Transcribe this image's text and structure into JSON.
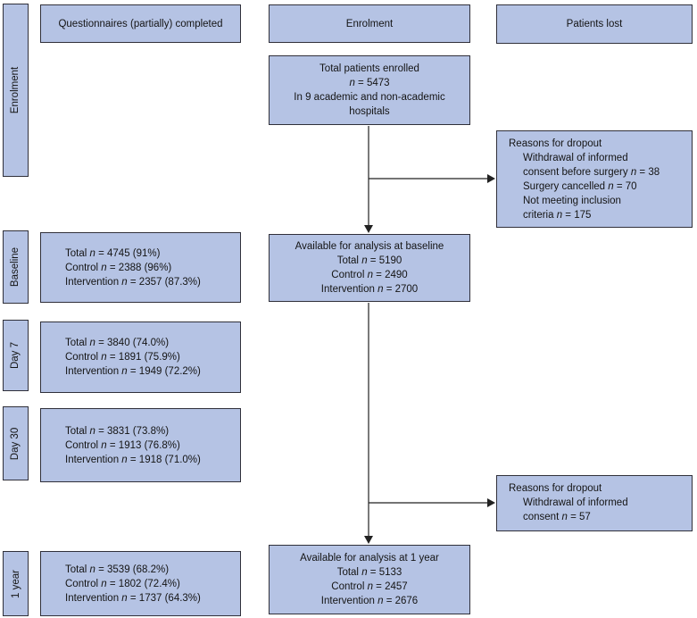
{
  "colors": {
    "box_fill": "#b5c3e4",
    "box_border": "#30303a",
    "line": "#222222",
    "background": "#ffffff"
  },
  "column_headers": {
    "questionnaires": "Questionnaires (partially) completed",
    "enrolment": "Enrolment",
    "patients_lost": "Patients lost"
  },
  "sidebar": {
    "enrolment": "Enrolment",
    "baseline": "Baseline",
    "day7": "Day 7",
    "day30": "Day 30",
    "year1": "1 year"
  },
  "boxes": {
    "total_enrolled": {
      "lines": [
        "Total patients enrolled",
        "n = 5473",
        "In 9 academic and non-academic",
        "hospitals"
      ]
    },
    "dropout_before_baseline": {
      "title": "Reasons for dropout",
      "lines": [
        "Withdrawal of informed",
        "consent before surgery n = 38",
        "Surgery cancelled n = 70",
        "Not meeting inclusion",
        "criteria n = 175"
      ]
    },
    "available_baseline": {
      "lines": [
        "Available for analysis at baseline",
        "Total n = 5190",
        "Control n = 2490",
        "Intervention n = 2700"
      ]
    },
    "questionnaires_baseline": {
      "lines": [
        "Total n = 4745 (91%)",
        "Control n = 2388 (96%)",
        "Intervention n = 2357 (87.3%)"
      ]
    },
    "questionnaires_day7": {
      "lines": [
        "Total n = 3840 (74.0%)",
        "Control n = 1891 (75.9%)",
        "Intervention n = 1949 (72.2%)"
      ]
    },
    "questionnaires_day30": {
      "lines": [
        "Total n = 3831 (73.8%)",
        "Control n = 1913 (76.8%)",
        "Intervention n = 1918 (71.0%)"
      ]
    },
    "dropout_before_year1": {
      "title": "Reasons for dropout",
      "lines": [
        "Withdrawal of informed",
        "consent n = 57"
      ]
    },
    "questionnaires_year1": {
      "lines": [
        "Total n = 3539 (68.2%)",
        "Control n = 1802 (72.4%)",
        "Intervention n = 1737 (64.3%)"
      ]
    },
    "available_year1": {
      "lines": [
        "Available for analysis at 1 year",
        "Total n = 5133",
        "Control n = 2457",
        "Intervention n = 2676"
      ]
    }
  }
}
